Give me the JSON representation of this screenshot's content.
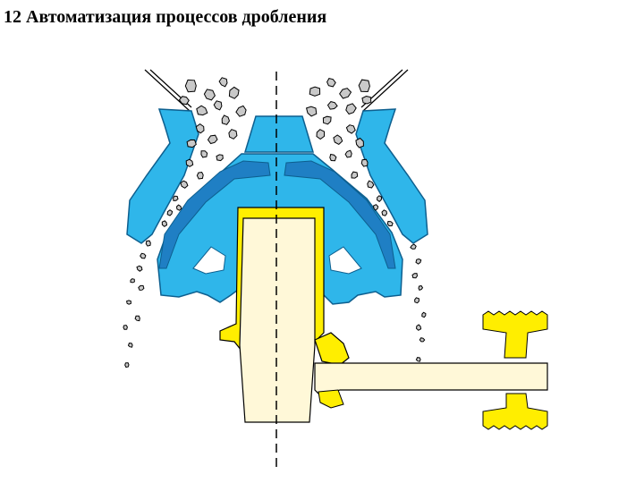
{
  "title": "12 Автоматизация процессов дробления",
  "colors": {
    "crusher_body": "#2fb6ea",
    "crusher_body_dark": "#1a86c8",
    "mantle_blue": "#1f7fc4",
    "shaft_yellow": "#ffee00",
    "shaft_cream": "#fff8d8",
    "rock_fill": "#c9c9c9",
    "outline": "#000000"
  },
  "diagram": {
    "parts": [
      "feed-chute-left",
      "feed-chute-right",
      "feed-rocks",
      "concave-left",
      "concave-right",
      "mantle",
      "head-top",
      "main-shaft",
      "eccentric",
      "countershaft",
      "drive-pulley",
      "centerline",
      "discharged-rocks"
    ]
  }
}
